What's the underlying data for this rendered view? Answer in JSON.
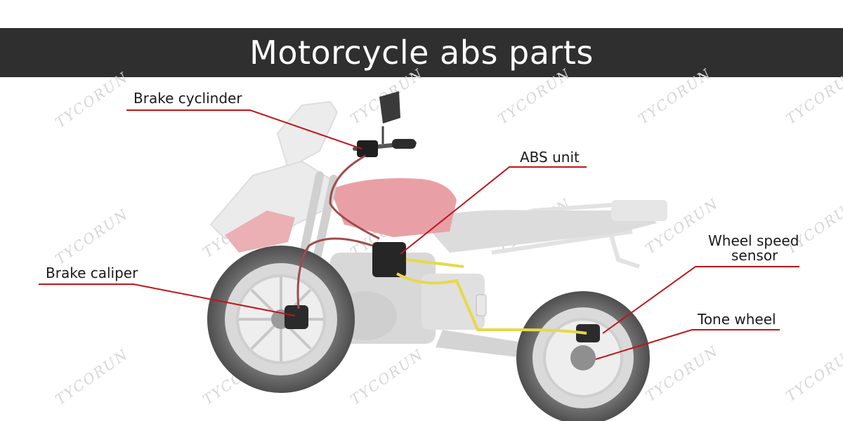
{
  "title": "Motorcycle abs parts",
  "watermark": "TYCORUN",
  "labels": {
    "brake_cylinder": "Brake cyclinder",
    "abs_unit": "ABS unit",
    "brake_caliper": "Brake caliper",
    "wheel_speed_sensor_line1": "Wheel speed",
    "wheel_speed_sensor_line2": "sensor",
    "tone_wheel": "Tone wheel"
  },
  "colors": {
    "banner": "#2f2f2f",
    "leader_line": "#c0151a",
    "tank_red": "#e8a0a6",
    "brake_line": "#e6d94a"
  }
}
